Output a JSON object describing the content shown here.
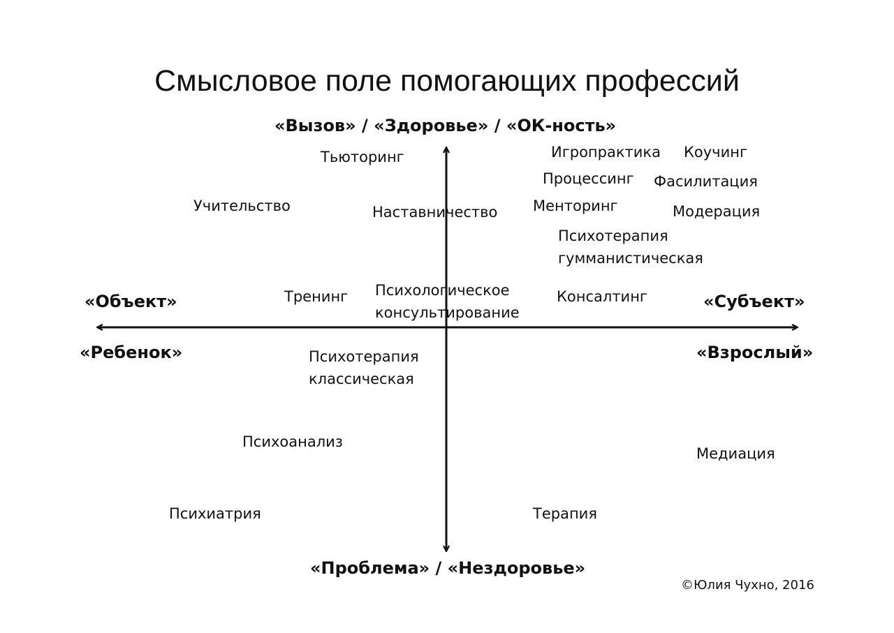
{
  "title": "Смысловое поле помогающих профессий",
  "poles": {
    "top": "«Вызов» / «Здоровье» / «ОК-ность»",
    "bottom": "«Проблема» / «Нездоровье»",
    "left_top": "«Объект»",
    "left_bottom": "«Ребенок»",
    "right_top": "«Субъект»",
    "right_bottom": "«Взрослый»"
  },
  "items": {
    "tutoring": "Тьюторинг",
    "teaching": "Учительство",
    "mentorship": "Наставничество",
    "training": "Тренинг",
    "psych_consulting_1": "Психологическое",
    "psych_consulting_2": "консультирование",
    "game_practice": "Игропрактика",
    "coaching": "Коучинг",
    "processing": "Процессинг",
    "facilitation": "Фасилитация",
    "mentoring": "Менторинг",
    "moderation": "Модерация",
    "humanistic_1": "Психотерапия",
    "humanistic_2": "гумманистическая",
    "consulting": "Консалтинг",
    "classic_1": "Психотерапия",
    "classic_2": "классическая",
    "psychoanalysis": "Психоанализ",
    "psychiatry": "Психиатрия",
    "mediation": "Медиация",
    "therapy": "Терапия"
  },
  "copyright": "©Юлия Чухно, 2016",
  "colors": {
    "text": "#111111",
    "axis": "#111111",
    "background": "#ffffff"
  }
}
